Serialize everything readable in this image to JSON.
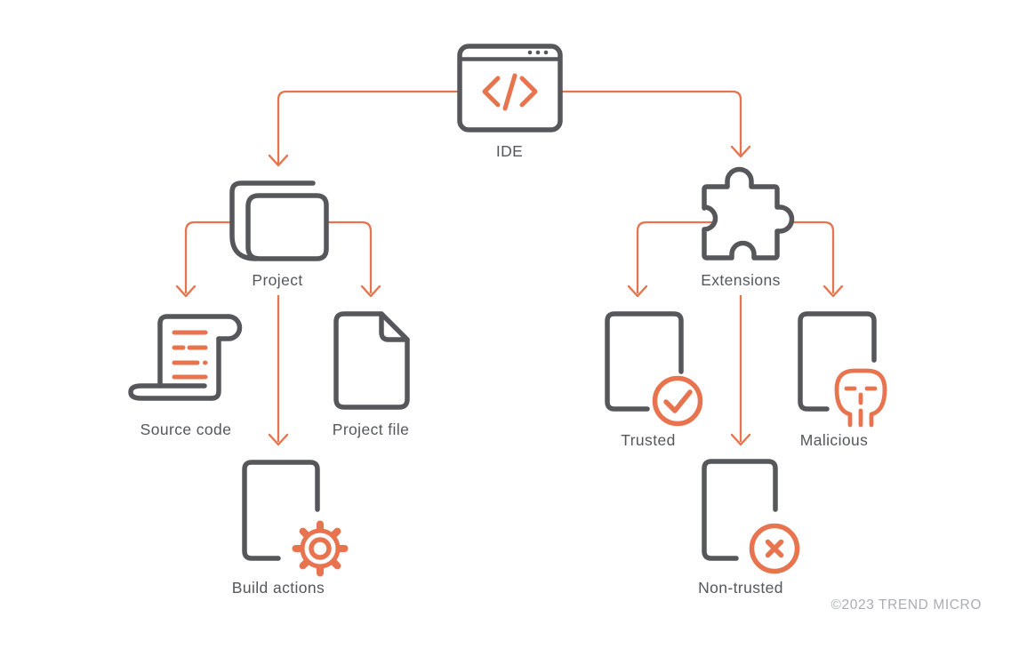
{
  "colors": {
    "accent": "#E7734F",
    "outline": "#55575B",
    "footer": "#ABADB0",
    "background": "#FFFFFF"
  },
  "diagram": {
    "root": {
      "label": "IDE",
      "icon": "code-window-icon"
    },
    "left": {
      "label": "Project",
      "icon": "stacked-pages-icon",
      "children": [
        {
          "label": "Source code",
          "icon": "code-scroll-icon"
        },
        {
          "label": "Project file",
          "icon": "document-icon"
        },
        {
          "label": "Build actions",
          "icon": "document-gear-icon"
        }
      ]
    },
    "right": {
      "label": "Extensions",
      "icon": "puzzle-piece-icon",
      "children": [
        {
          "label": "Trusted",
          "icon": "document-check-icon"
        },
        {
          "label": "Malicious",
          "icon": "document-skull-icon"
        },
        {
          "label": "Non-trusted",
          "icon": "document-x-icon"
        }
      ]
    },
    "footer": "©2023 TREND MICRO"
  }
}
